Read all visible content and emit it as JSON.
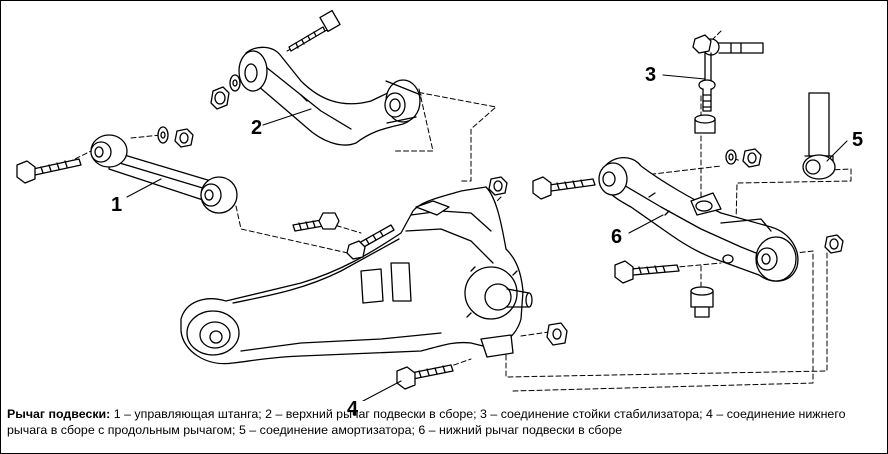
{
  "callouts": {
    "c1": "1",
    "c2": "2",
    "c3": "3",
    "c4": "4",
    "c5": "5",
    "c6": "6"
  },
  "caption": {
    "title": "Рычаг подвески:",
    "text": " 1 – управляющая штанга; 2 – верхний рычаг подвески в сборе; 3 – соединение стойки стабилизатора; 4 – соединение нижнего рычага в сборе с продольным рычагом; 5 – соединение амортизатора; 6 – нижний рычаг подвески в сборе"
  }
}
